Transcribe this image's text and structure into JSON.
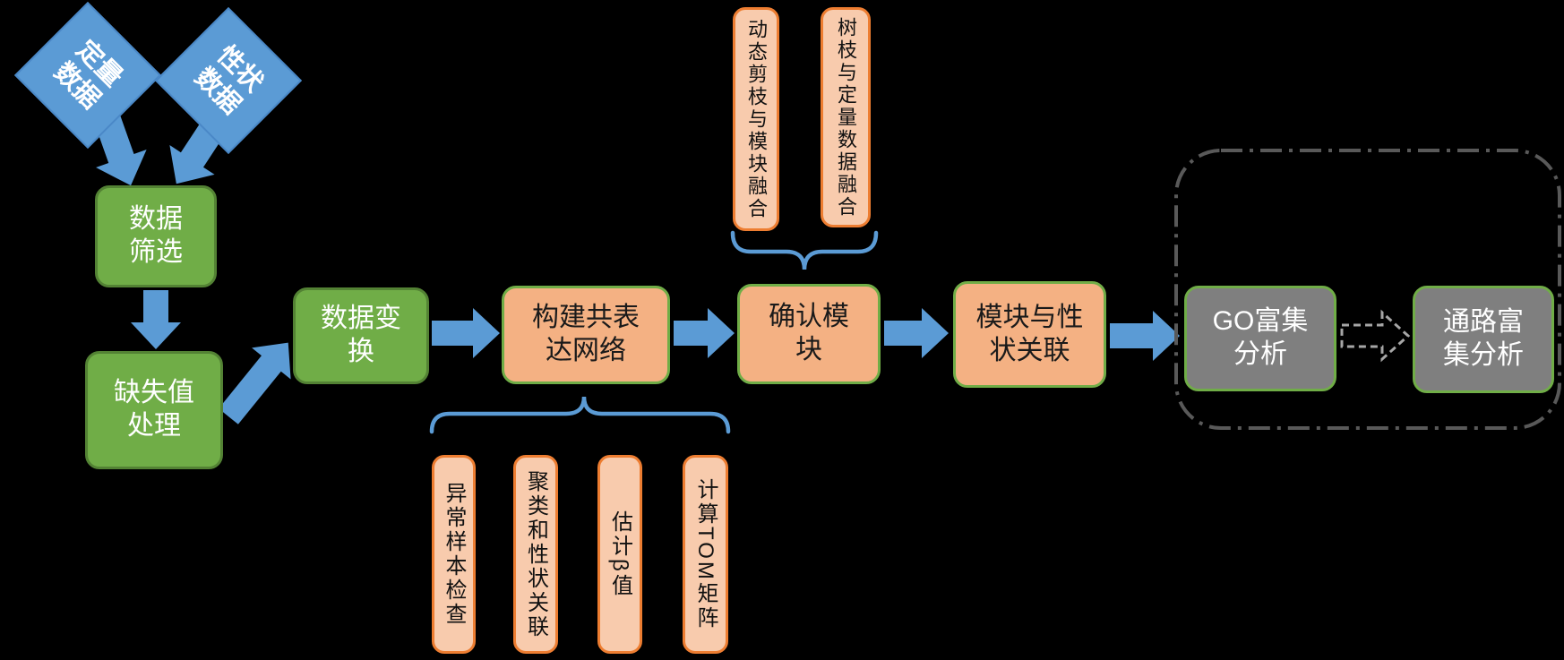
{
  "colors": {
    "background": "#000000",
    "arrow_blue": "#5B9BD5",
    "node_green": "#70AD47",
    "node_orange_fill": "#F4B183",
    "substep_fill": "#F8CBAD",
    "substep_border": "#ED7D31",
    "node_gray": "#7F7F7F",
    "dashed_outline": "#595959",
    "dashed_arrow": "#A6A6A6"
  },
  "nodes": {
    "quantitative": {
      "label": "定量\n数据"
    },
    "trait": {
      "label": "性状\n数据"
    },
    "filter": {
      "label": "数据\n筛选"
    },
    "missing": {
      "label": "缺失值\n处理"
    },
    "transform": {
      "label": "数据变\n换"
    },
    "network": {
      "label": "构建共表\n达网络"
    },
    "modules": {
      "label": "确认模\n块"
    },
    "association": {
      "label": "模块与性\n状关联"
    },
    "go": {
      "label": "GO富集\n分析"
    },
    "pathway": {
      "label": "通路富\n集分析"
    }
  },
  "module_steps": [
    {
      "label": "动态剪枝与模块融合"
    },
    {
      "label": "树枝与定量数据融合"
    }
  ],
  "network_steps": [
    {
      "label": "异常样本检查"
    },
    {
      "label": "聚类和性状关联"
    },
    {
      "label": "估计β值"
    },
    {
      "label": "计算TOM矩阵"
    }
  ]
}
